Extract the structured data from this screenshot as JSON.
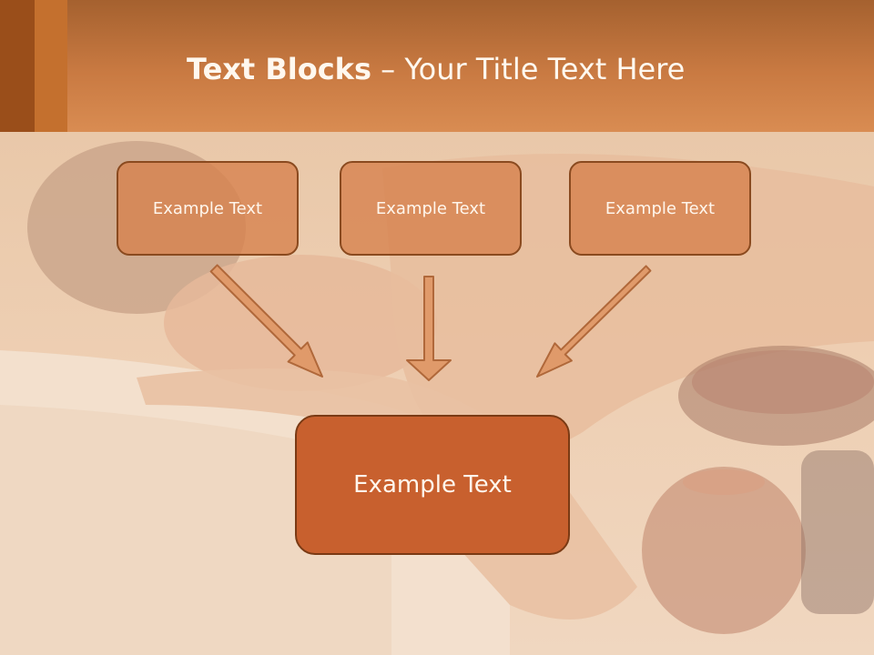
{
  "title": {
    "bold": "Text Blocks",
    "separator": " – ",
    "rest": "Your Title Text Here"
  },
  "top_boxes": [
    {
      "label": "Example Text"
    },
    {
      "label": "Example Text"
    },
    {
      "label": "Example Text"
    }
  ],
  "bottom_box": {
    "label": "Example Text"
  },
  "colors": {
    "header": "#c97a42",
    "box_fill": "#d6804c",
    "box_border": "#8a4a1f",
    "main_box_fill": "#c8602e",
    "arrow_fill": "#e09a6a",
    "arrow_stroke": "#b0683a"
  }
}
